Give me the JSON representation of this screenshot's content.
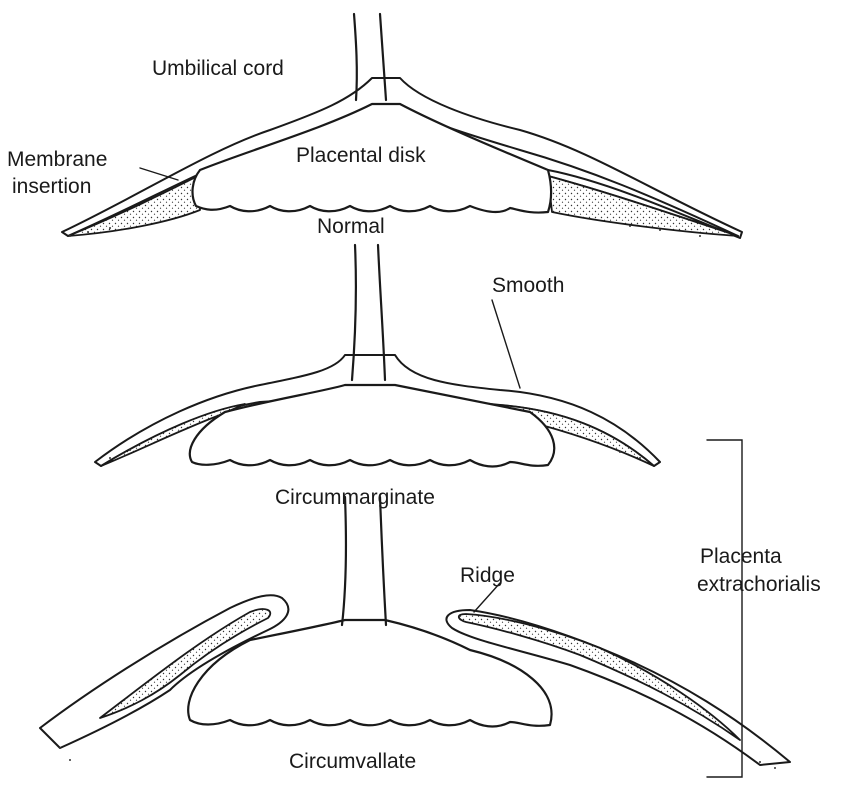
{
  "labels": {
    "umbilical_cord": "Umbilical cord",
    "placental_disk": "Placental disk",
    "membrane_insertion_line1": "Membrane",
    "membrane_insertion_line2": "insertion",
    "normal": "Normal",
    "smooth": "Smooth",
    "circummarginate": "Circummarginate",
    "ridge": "Ridge",
    "circumvallate": "Circumvallate",
    "extrachorialis_line1": "Placenta",
    "extrachorialis_line2": "extrachorialis"
  }
}
